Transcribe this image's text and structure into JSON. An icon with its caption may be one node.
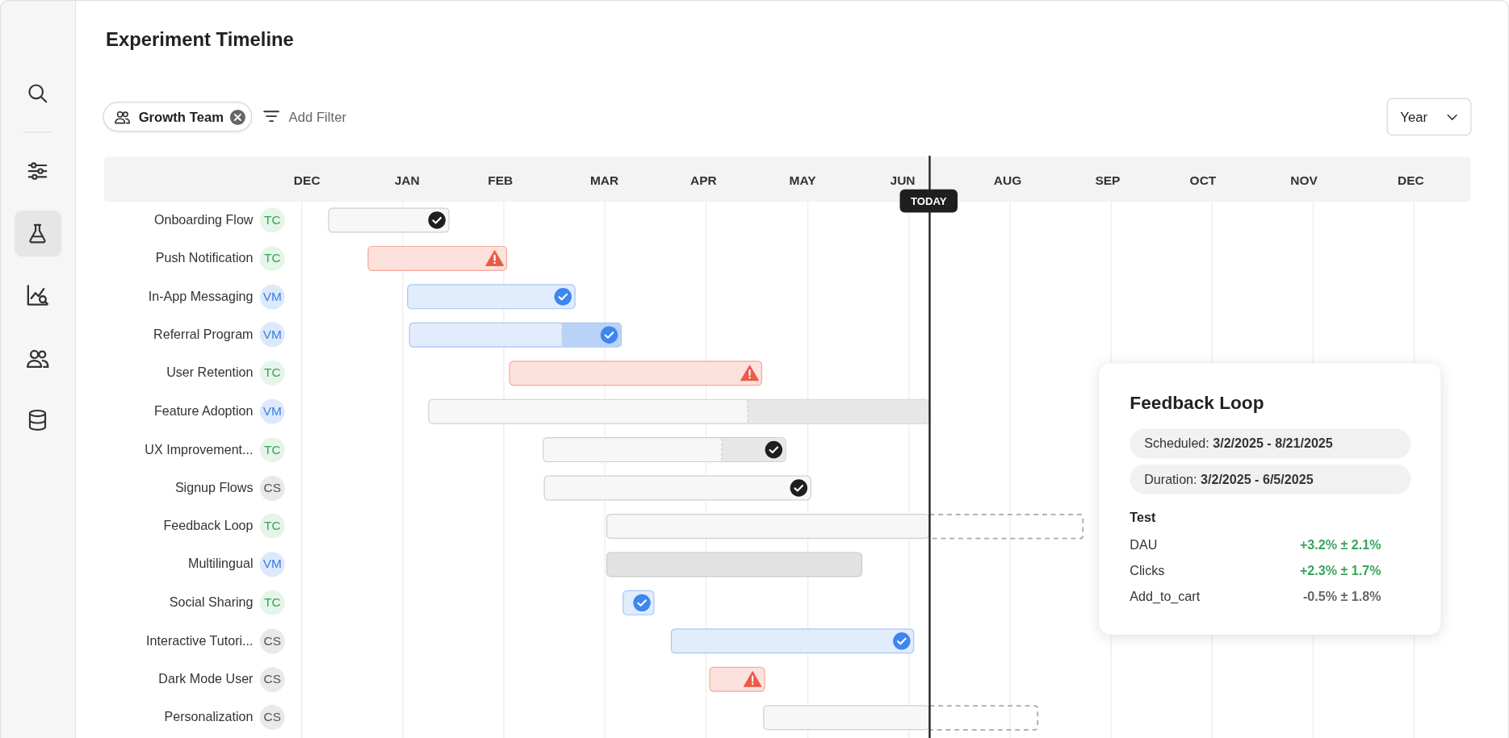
{
  "diagram": {
    "title": "Experiment Timeline",
    "labels": [
      "Growth Team",
      "Add Filter",
      "Year",
      "DEC",
      "JAN",
      "FEB",
      "MAR",
      "APR",
      "MAY",
      "JUN",
      "AUG",
      "SEP",
      "OCT",
      "NOV",
      "DEC",
      "TODAY",
      "Onboarding Flow",
      "TC",
      "Push Notification",
      "TC",
      "In-App Messaging",
      "VM",
      "Referral Program",
      "VM",
      "User Retention",
      "TC",
      "Feature Adoption",
      "VM",
      "UX Improvement...",
      "TC",
      "Signup Flows",
      "CS",
      "Feedback Loop",
      "TC",
      "Multilingual",
      "VM",
      "Social Sharing",
      "TC",
      "Interactive Tutori...",
      "CS",
      "Dark Mode User",
      "CS",
      "Personalization",
      "CS",
      "Feedback Loop",
      "Scheduled: **3/2/2025 - 8/21/2025**",
      "Duration: **3/2/2025 - 6/5/2025**",
      "Test",
      "DAU",
      "+3.2% ± 2.1%",
      "Clicks",
      "+2.3% ± 1.7%",
      "Add_to_cart",
      "-0.5% ± 1.8%"
    ]
  }
}
